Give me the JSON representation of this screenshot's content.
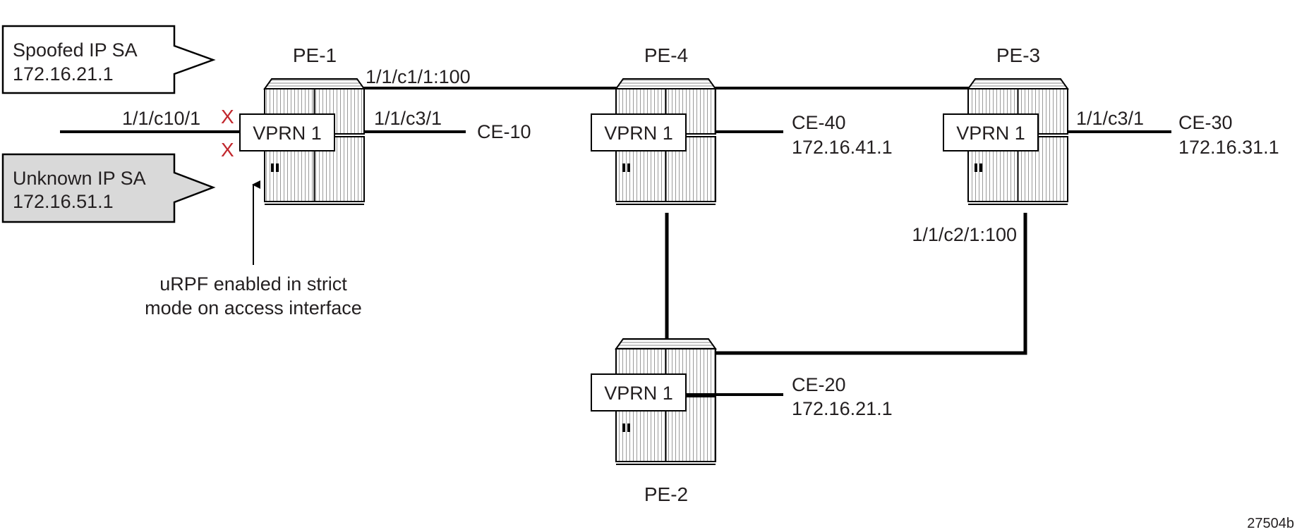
{
  "callouts": {
    "spoofed": {
      "line1": "Spoofed IP SA",
      "line2": "172.16.21.1"
    },
    "unknown": {
      "line1": "Unknown IP SA",
      "line2": "172.16.51.1"
    }
  },
  "routers": {
    "pe1": {
      "name": "PE-1",
      "service": "VPRN 1"
    },
    "pe4": {
      "name": "PE-4",
      "service": "VPRN 1"
    },
    "pe3": {
      "name": "PE-3",
      "service": "VPRN 1"
    },
    "pe2": {
      "name": "PE-2",
      "service": "VPRN 1"
    }
  },
  "links": {
    "pe1_pe4": "1/1/c1/1:100",
    "pe1_access": "1/1/c10/1",
    "pe1_ce10": "1/1/c3/1",
    "pe3_ce30": "1/1/c3/1",
    "pe3_pe2": "1/1/c2/1:100"
  },
  "ce": {
    "ce10": {
      "name": "CE-10",
      "ip": ""
    },
    "ce40": {
      "name": "CE-40",
      "ip": "172.16.41.1"
    },
    "ce30": {
      "name": "CE-30",
      "ip": "172.16.31.1"
    },
    "ce20": {
      "name": "CE-20",
      "ip": "172.16.21.1"
    }
  },
  "drop_marks": [
    "X",
    "X"
  ],
  "annotation": {
    "line1": "uRPF enabled in strict",
    "line2": "mode on access interface"
  },
  "figure_id": "27504b",
  "colors": {
    "line": "#000000",
    "text": "#231f20",
    "drop_mark": "#c1272d",
    "unknown_fill": "#d9d9d9",
    "router_fill": "#ffffff"
  }
}
